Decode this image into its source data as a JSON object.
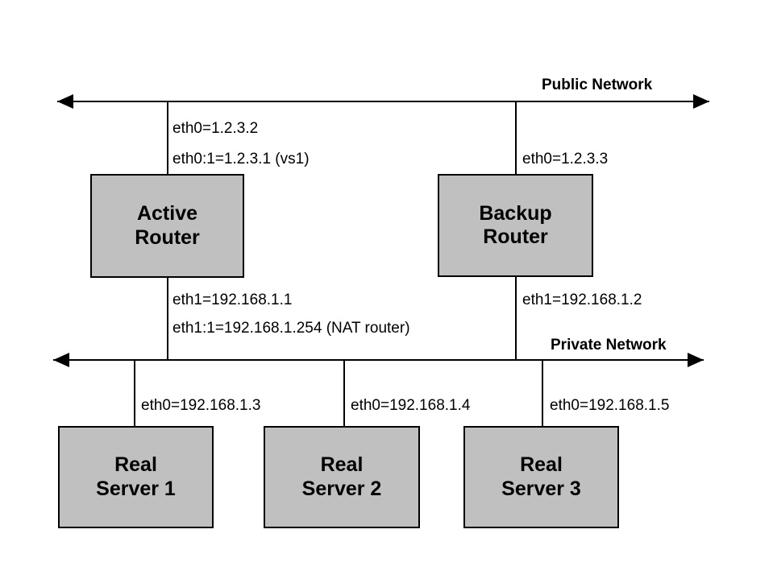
{
  "diagram": {
    "title_public": "Public Network",
    "title_private": "Private Network",
    "networks": [
      {
        "name": "public-network",
        "label": "Public Network"
      },
      {
        "name": "private-network",
        "label": "Private Network"
      }
    ],
    "routers": [
      {
        "id": "active-router",
        "line1": "Active",
        "line2": "Router",
        "public_ifaces": [
          "eth0=1.2.3.2",
          "eth0:1=1.2.3.1 (vs1)"
        ],
        "private_ifaces": [
          "eth1=192.168.1.1",
          "eth1:1=192.168.1.254 (NAT router)"
        ]
      },
      {
        "id": "backup-router",
        "line1": "Backup",
        "line2": "Router",
        "public_ifaces": [
          "eth0=1.2.3.3"
        ],
        "private_ifaces": [
          "eth1=192.168.1.2"
        ]
      }
    ],
    "servers": [
      {
        "id": "real-server-1",
        "line1": "Real",
        "line2": "Server 1",
        "iface": "eth0=192.168.1.3"
      },
      {
        "id": "real-server-2",
        "line1": "Real",
        "line2": "Server 2",
        "iface": "eth0=192.168.1.4"
      },
      {
        "id": "real-server-3",
        "line1": "Real",
        "line2": "Server 3",
        "iface": "eth0=192.168.1.5"
      }
    ],
    "colors": {
      "box_fill": "#c0c0c0",
      "stroke": "#000000",
      "background": "#ffffff"
    }
  }
}
